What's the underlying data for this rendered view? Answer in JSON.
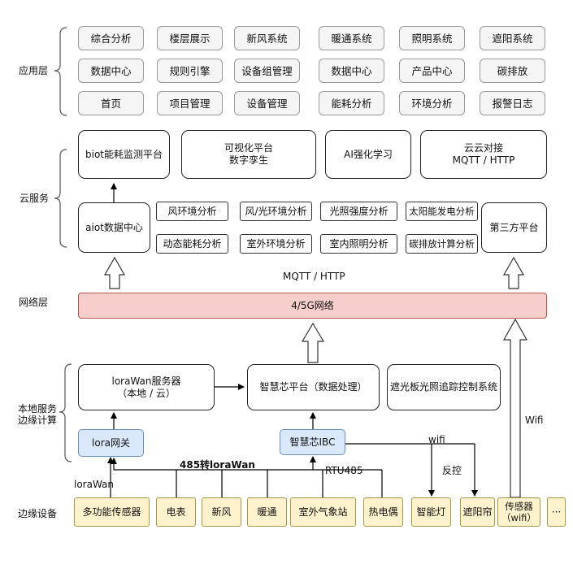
{
  "layers": {
    "app": "应用层",
    "cloud": "云服务",
    "network": "网络层",
    "local": "本地服务\n边缘计算",
    "edge": "边缘设备"
  },
  "app_layer": {
    "row1": [
      "综合分析",
      "楼层展示",
      "新风系统",
      "暖通系统",
      "照明系统",
      "遮阳系统"
    ],
    "row2": [
      "数据中心",
      "规则引擎",
      "设备组管理",
      "数据中心",
      "产品中心",
      "碳排放"
    ],
    "row3": [
      "首页",
      "项目管理",
      "设备管理",
      "能耗分析",
      "环境分析",
      "报警日志"
    ]
  },
  "cloud_layer": {
    "biot": "biot能耗监测平台",
    "visual": "可视化平台\n数字孪生",
    "ai": "AI强化学习",
    "cloud_dock": "云云对接\nMQTT / HTTP",
    "aiot": "aiot数据中心",
    "analysis_row1": [
      "风环境分析",
      "风/光环境分析",
      "光照强度分析",
      "太阳能发电分析"
    ],
    "analysis_row2": [
      "动态能耗分析",
      "室外环境分析",
      "室内照明分析",
      "碳排放计算分析"
    ],
    "third_party": "第三方平台"
  },
  "network_layer": {
    "protocol": "MQTT / HTTP",
    "network": "4/5G网络"
  },
  "local_layer": {
    "lorawan_server": "loraWan服务器\n（本地 / 云）",
    "smart_core_platform": "智慧芯平台（数据处理）",
    "shading_system": "遮光板光照追踪控制系统",
    "lora_gateway": "lora网关",
    "smart_core_ibc": "智慧芯IBC"
  },
  "edge_layer": {
    "devices": [
      "多功能传感器",
      "电表",
      "新风",
      "暖通",
      "室外气象站",
      "热电偶",
      "智能灯",
      "遮阳帘",
      "传感器\n（wifi）",
      "···"
    ]
  },
  "connectors": {
    "conv_485": "485转loraWan",
    "rtu485": "RTU485",
    "lorawan": "loraWan",
    "wifi_lower": "wifi",
    "control": "反控",
    "wifi_upper": "Wifi"
  }
}
